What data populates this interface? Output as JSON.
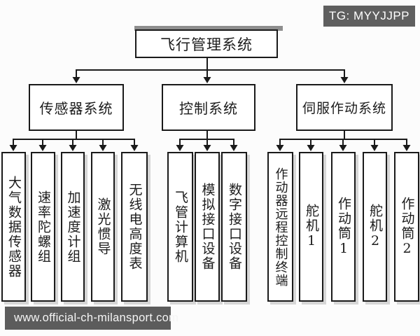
{
  "badge": {
    "label": "TG: MYYJJPP",
    "bg": "#5f5f5f",
    "fg": "#ffffff"
  },
  "watermark": {
    "label": "www.official-ch-milansport.com",
    "bg": "#5c5c5c",
    "fg": "#f5f5f5"
  },
  "diagram": {
    "type": "hierarchy-block-diagram",
    "line_color": "#1a1a1a",
    "root": {
      "label": "飞行管理系统"
    },
    "branches": [
      {
        "label": "传感器系统",
        "children": [
          "大气数据传感器",
          "速率陀螺组",
          "加速度计组",
          "激光惯导",
          "无线电高度表"
        ]
      },
      {
        "label": "控制系统",
        "children": [
          "飞管计算机",
          "模拟接口设备",
          "数字接口设备"
        ]
      },
      {
        "label": "伺服作动系统",
        "children": [
          "作动器远程控制终端",
          "舵机1",
          "作动筒1",
          "舵机2",
          "作动筒2"
        ]
      }
    ]
  }
}
